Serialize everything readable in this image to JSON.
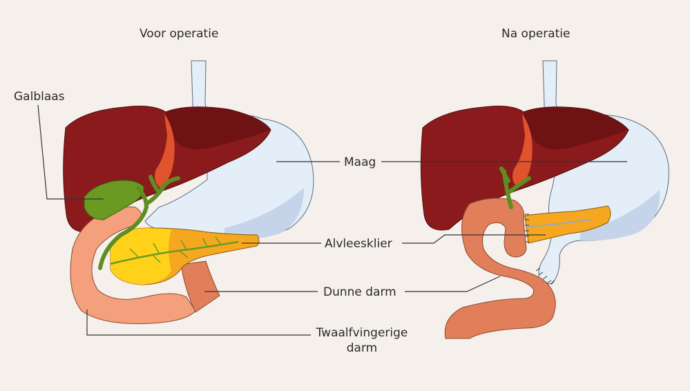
{
  "headings": {
    "before": "Voor operatie",
    "after": "Na operatie"
  },
  "labels": {
    "gallbladder": "Galblaas",
    "stomach": "Maag",
    "pancreas": "Alvleesklier",
    "small_intestine": "Dunne darm",
    "duodenum_line1": "Twaalfvingerige",
    "duodenum_line2": "darm"
  },
  "colors": {
    "background": "#f5f0eb",
    "liver": "#8b1a1c",
    "liver_dark": "#6e1214",
    "stomach": "#e3eef8",
    "stomach_shadow": "#c5d4e8",
    "gallbladder": "#6a9a22",
    "bile_duct": "#5e8e22",
    "pancreas_orange": "#f5a81f",
    "pancreas_yellow": "#ffd11a",
    "duodenum": "#f4a07c",
    "small_intestine": "#e07f5a",
    "label_line": "#333333"
  }
}
